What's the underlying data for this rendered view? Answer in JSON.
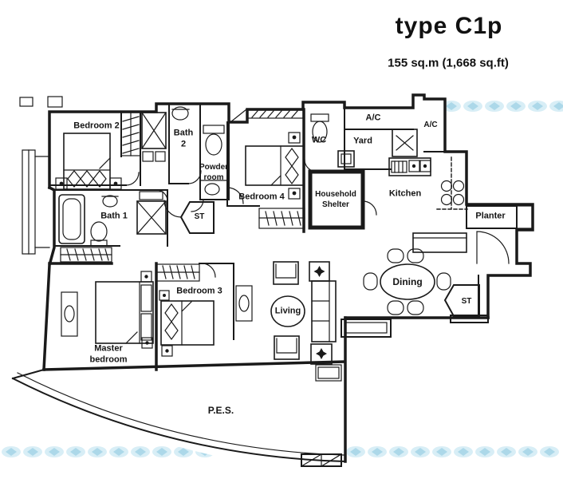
{
  "header": {
    "title": "type C1p",
    "area": "155 sq.m (1,668 sq.ft)"
  },
  "labels": {
    "bedroom2": "Bedroom 2",
    "bath2_line1": "Bath",
    "bath2_line2": "2",
    "powder_line1": "Powder",
    "powder_line2": "room",
    "st_left": "ST",
    "bedroom4": "Bedroom 4",
    "wc": "WC",
    "ac_top": "A/C",
    "ac_right": "A/C",
    "yard": "Yard",
    "kitchen": "Kitchen",
    "household_line1": "Household",
    "household_line2": "Shelter",
    "bath1": "Bath 1",
    "planter": "Planter",
    "dining": "Dining",
    "st_right": "ST",
    "bedroom3": "Bedroom 3",
    "master_line1": "Master",
    "master_line2": "bedroom",
    "living": "Living",
    "pes": "P.E.S."
  },
  "colors": {
    "ink": "#1a1a1a",
    "watermark_light": "#d8eef6",
    "watermark_core": "#a4d4e6",
    "paper": "#ffffff"
  }
}
